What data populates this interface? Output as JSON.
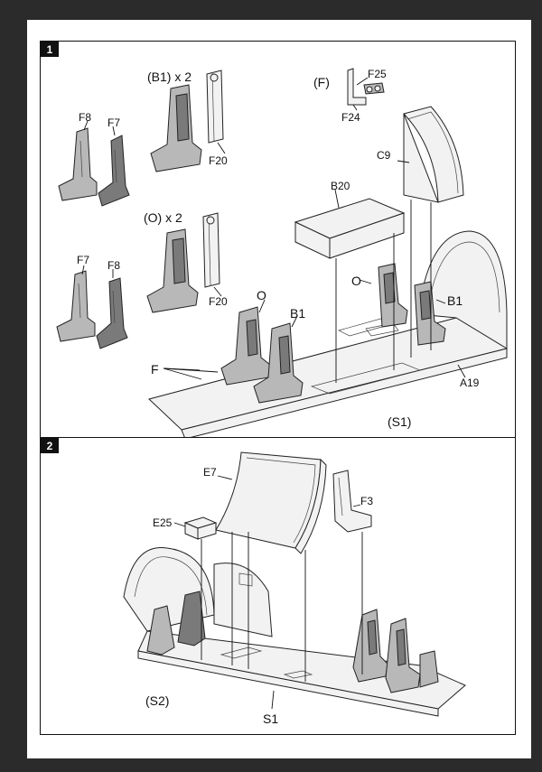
{
  "steps": [
    {
      "number": "1",
      "labels": {
        "b1_x2": "(B1) x 2",
        "o_x2": "(O) x 2",
        "f_group": "(F)",
        "f25": "F25",
        "f24": "F24",
        "f8_top": "F8",
        "f7_top": "F7",
        "f7_bottom": "F7",
        "f8_bottom": "F8",
        "f20_top": "F20",
        "f20_bottom": "F20",
        "c9": "C9",
        "b20": "B20",
        "o_left": "O",
        "b1_left": "B1",
        "o_right": "O",
        "b1_right": "B1",
        "f_callout": "F",
        "a19": "A19",
        "s1": "(S1)"
      }
    },
    {
      "number": "2",
      "labels": {
        "e7": "E7",
        "f3": "F3",
        "e25": "E25",
        "s2": "(S2)",
        "s1_part": "S1"
      }
    }
  ],
  "colors": {
    "background": "#2b2b2b",
    "sheet": "#ffffff",
    "ink": "#111111"
  }
}
